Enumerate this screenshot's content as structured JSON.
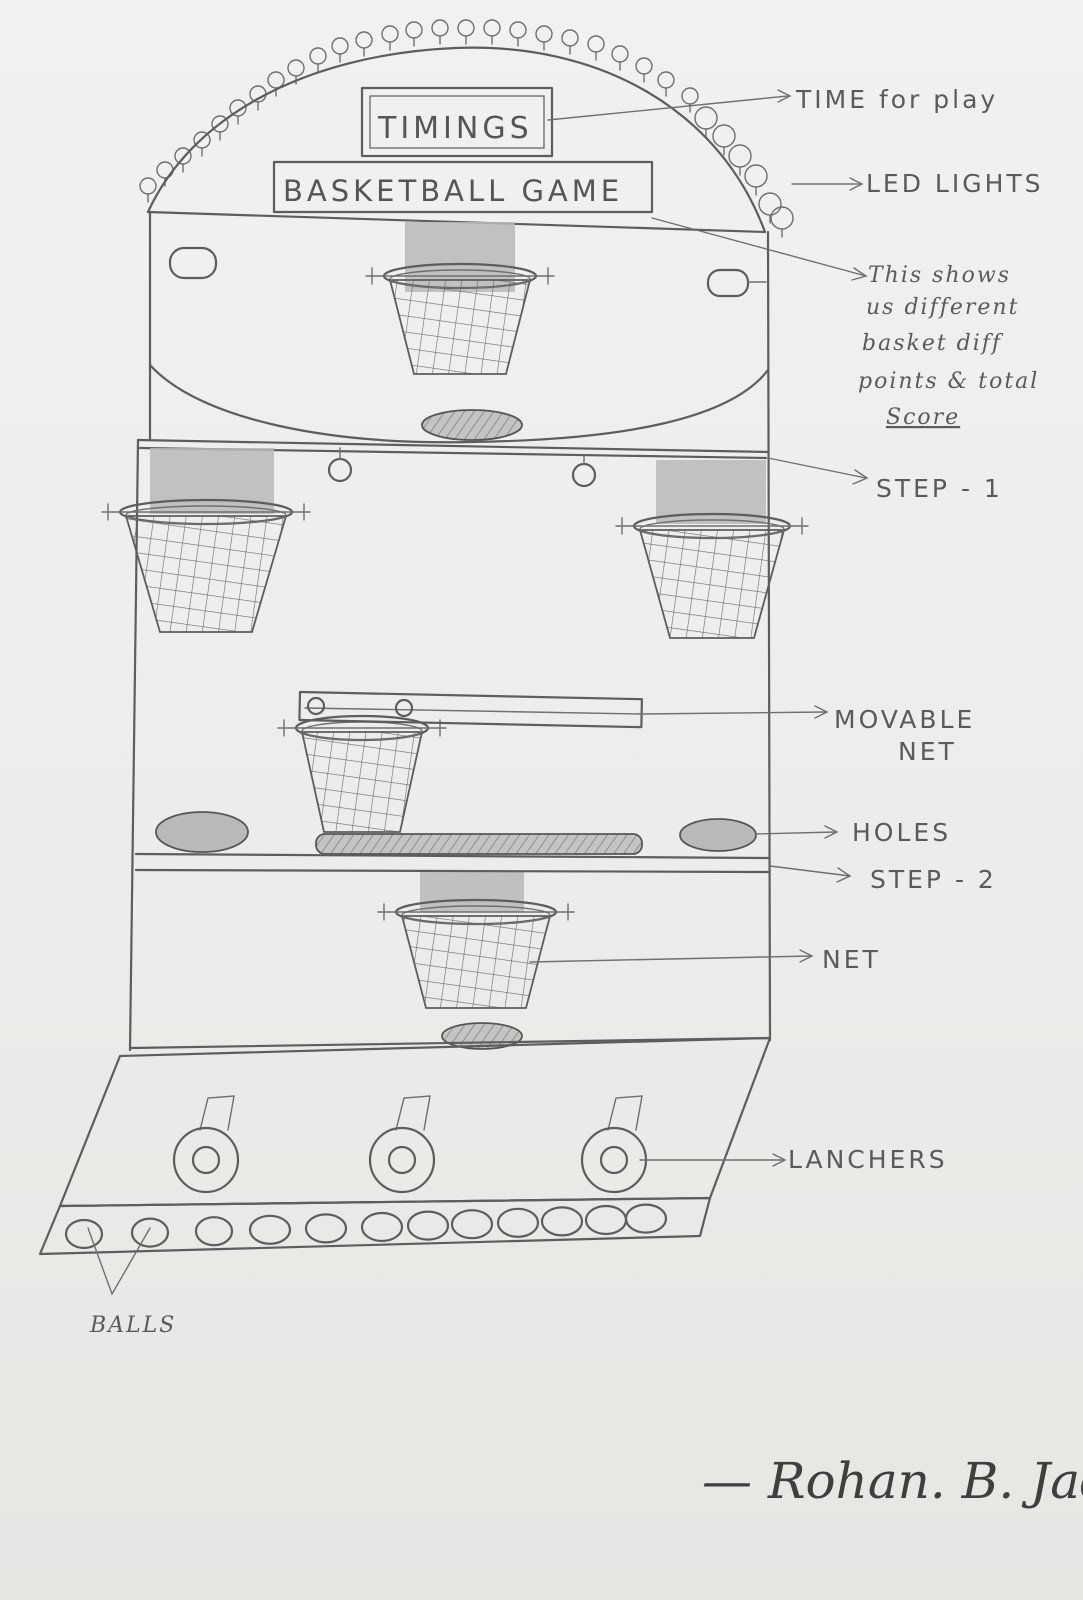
{
  "board": {
    "timings": "TIMINGS",
    "game_title": "BASKETBALL GAME"
  },
  "labels": {
    "time_for_play": "TIME for play",
    "led_lights": "LED LIGHTS",
    "score_line1": "This shows",
    "score_line2": "us different",
    "score_line3": "basket diff",
    "score_line4": "points & total",
    "score_line5": "Score",
    "step1": "STEP - 1",
    "movable_net_line1": "MOVABLE",
    "movable_net_line2": "NET",
    "holes": "HOLES",
    "step2": "STEP - 2",
    "net": "NET",
    "launchers": "LANCHERS",
    "balls": "BALLS"
  },
  "signature": "— Rohan. B. Jadav",
  "colors": {
    "paper": "#ececea",
    "pencil": "#5d5d5d",
    "shading": "#b9b9b7"
  }
}
